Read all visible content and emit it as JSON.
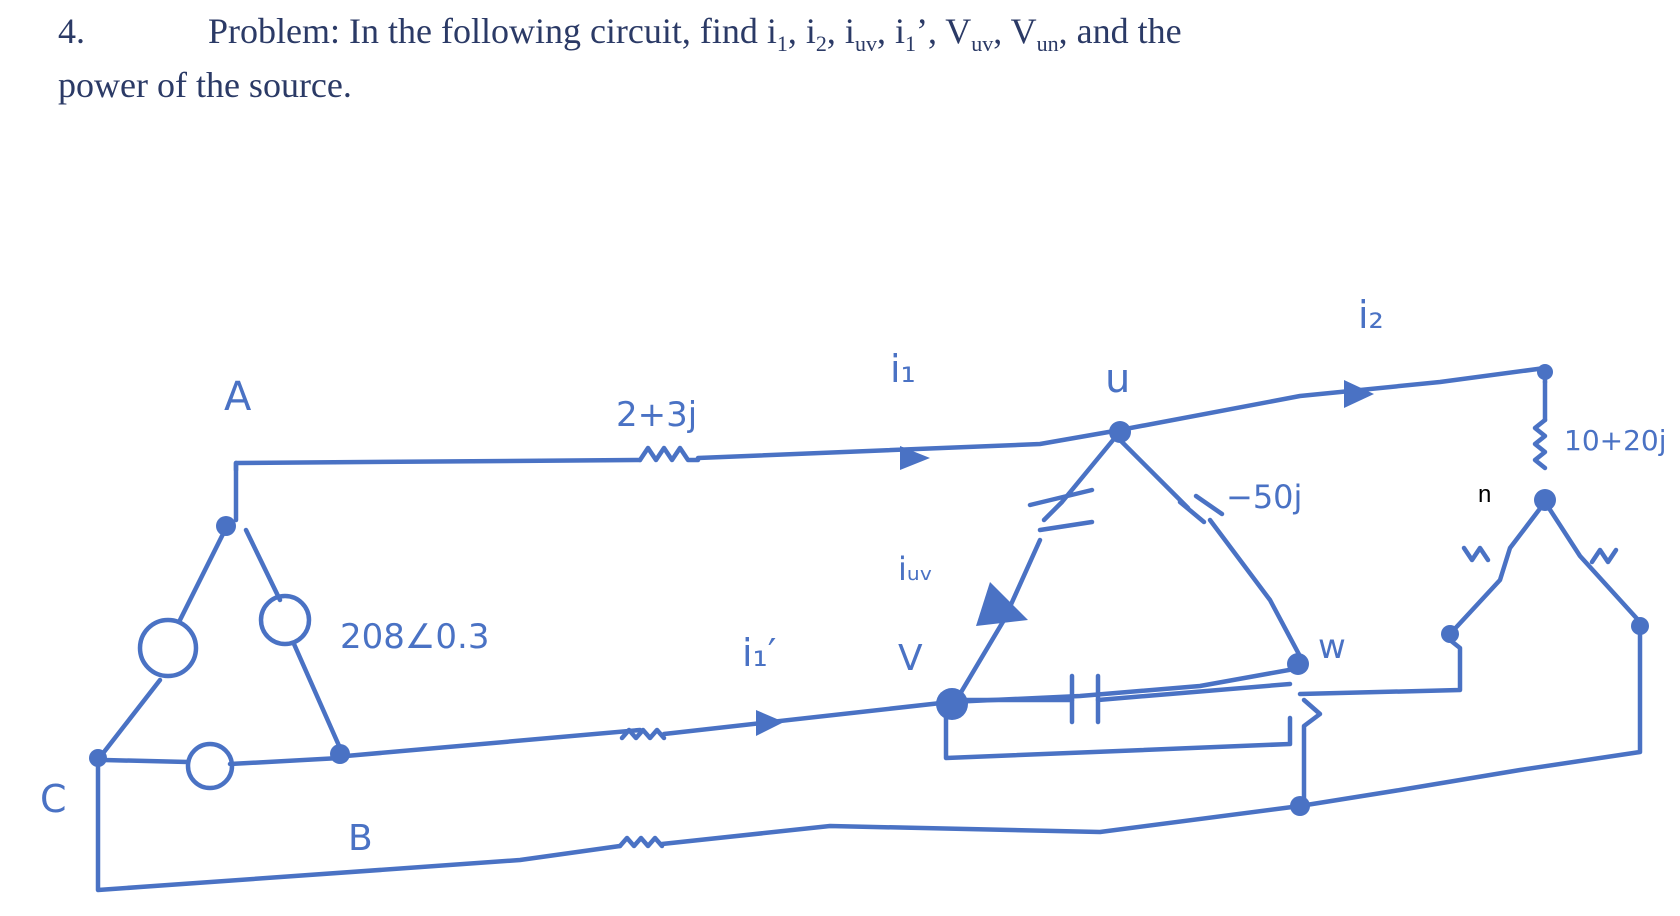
{
  "problem": {
    "number": "4.",
    "intro": "Problem: In the following circuit, find i",
    "s1": "1",
    "c1": ", i",
    "s2": "2",
    "c2": ", i",
    "s3": "uv",
    "c3": ", i",
    "s4": "1",
    "c4": "’, V",
    "s5": "uv",
    "c5": ", V",
    "s6": "un",
    "tail": ", and the",
    "line2": "power of the source."
  },
  "labels": {
    "node_a": "A",
    "node_b": "B",
    "node_c": "C",
    "node_u": "u",
    "node_v": "V",
    "node_w": "w",
    "node_n": "n",
    "source": "208∠0.3",
    "line_impedance": "2+3j",
    "capacitor": "−50j",
    "load_impedance": "10+20j",
    "current_i1": "i₁",
    "current_i2": "i₂",
    "current_iuv": "iᵤᵥ",
    "current_i1_prime": "i₁′"
  },
  "colors": {
    "ink": "#4a72c4",
    "text": "#2b3a66"
  }
}
